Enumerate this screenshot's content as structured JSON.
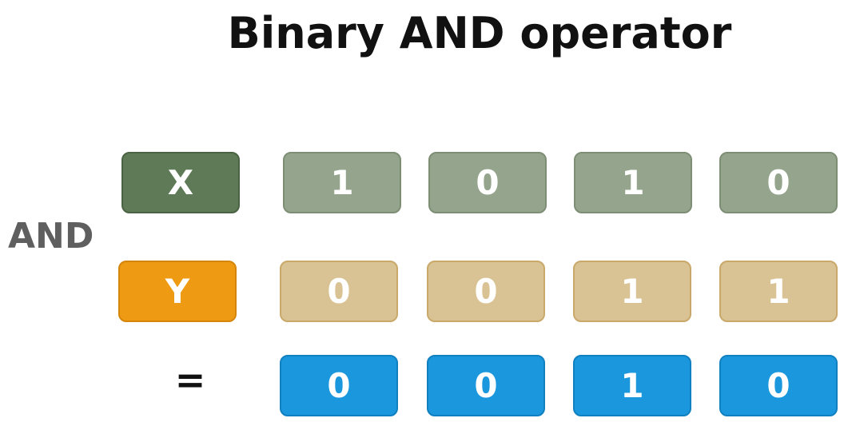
{
  "title": "Binary AND operator",
  "operator_label": "AND",
  "equals_label": "=",
  "x_label": "X",
  "y_label": "Y",
  "x_bits": [
    "1",
    "0",
    "1",
    "0"
  ],
  "y_bits": [
    "0",
    "0",
    "1",
    "1"
  ],
  "result_bits": [
    "0",
    "0",
    "1",
    "0"
  ],
  "colors": {
    "x_label_bg": "#5f7a57",
    "x_bit_bg": "#95a58d",
    "y_label_bg": "#ee9a12",
    "y_bit_bg": "#d9c394",
    "result_bit_bg": "#1b97dd"
  }
}
